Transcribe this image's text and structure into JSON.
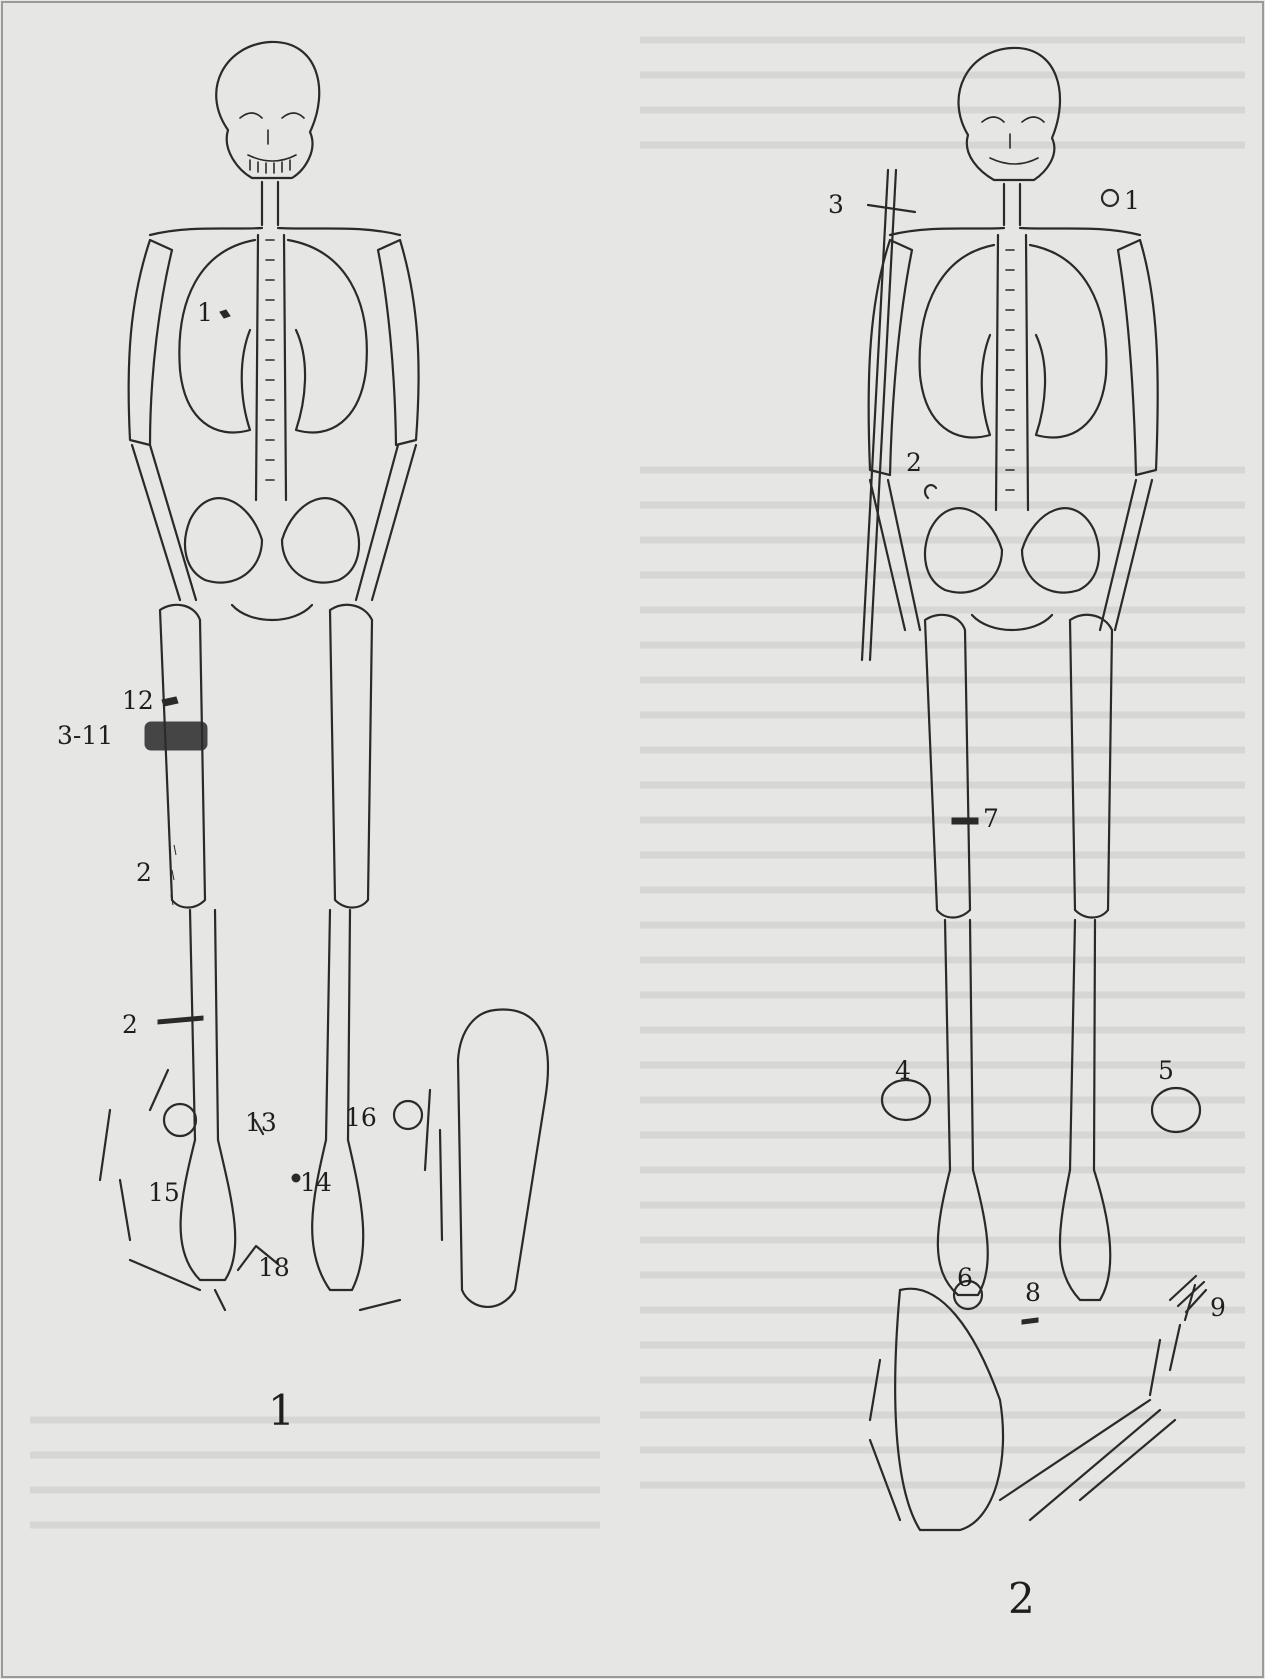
{
  "figures": [
    {
      "number": "1",
      "labels": [
        "1",
        "12",
        "3-11",
        "2",
        "2",
        "13",
        "14",
        "15",
        "16",
        "18"
      ]
    },
    {
      "number": "2",
      "labels": [
        "1",
        "2",
        "3",
        "4",
        "5",
        "6",
        "7",
        "8",
        "9"
      ]
    }
  ],
  "colors": {
    "paper": "#e6e6e4",
    "ink": "#2a2a2a"
  }
}
